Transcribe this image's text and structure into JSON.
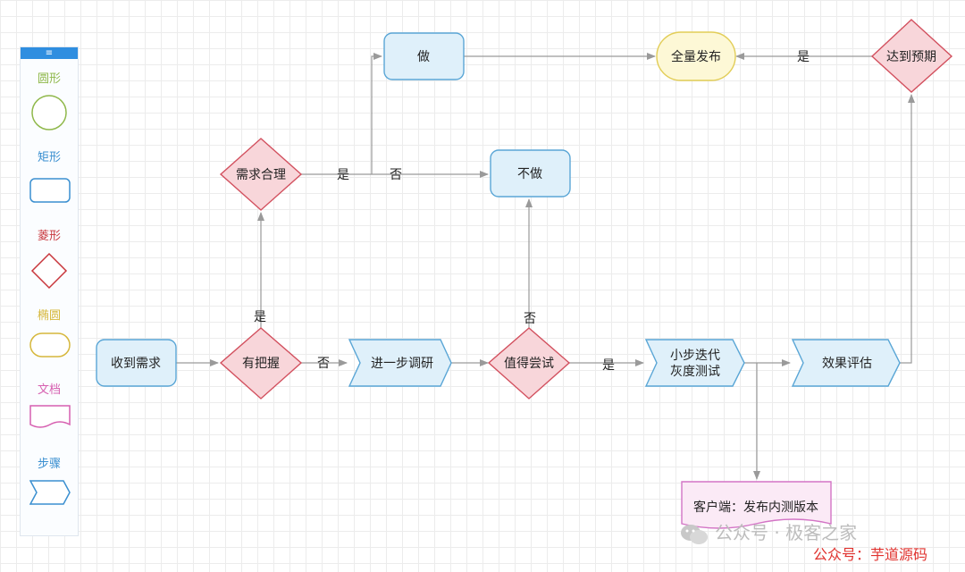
{
  "palette": {
    "handle": "≡",
    "items": [
      {
        "label": "圆形",
        "shape": "circle",
        "color": "#8fb84a"
      },
      {
        "label": "矩形",
        "shape": "rect",
        "color": "#3a8fd0"
      },
      {
        "label": "菱形",
        "shape": "diamond",
        "color": "#c8363c"
      },
      {
        "label": "椭圆",
        "shape": "ellipse",
        "color": "#d6b73b"
      },
      {
        "label": "文档",
        "shape": "document",
        "color": "#d65fb0"
      },
      {
        "label": "步骤",
        "shape": "step",
        "color": "#3a8fd0"
      }
    ]
  },
  "colors": {
    "rect_fill": "#dff0fa",
    "rect_stroke": "#5aa6d6",
    "diamond_fill": "#f8d6da",
    "diamond_stroke": "#d2505e",
    "ellipse_fill": "#fdf8d6",
    "ellipse_stroke": "#e2cd57",
    "doc_fill": "#fbeaf6",
    "doc_stroke": "#d374c5",
    "line": "#9a9a9a"
  },
  "nodes": {
    "receive": "收到需求",
    "confident": "有把握",
    "research": "进一步调研",
    "worth": "值得尝试",
    "gray_test_1": "小步迭代",
    "gray_test_2": "灰度测试",
    "evaluate": "效果评估",
    "reasonable": "需求合理",
    "do": "做",
    "not_do": "不做",
    "release": "全量发布",
    "expected": "达到预期",
    "client": "客户端：发布内测版本"
  },
  "edge_labels": {
    "confident_yes": "是",
    "confident_no": "否",
    "reasonable_yes": "是",
    "reasonable_no": "否",
    "worth_no": "否",
    "worth_yes": "是",
    "expected_yes": "是"
  },
  "watermark": {
    "account": "公众号 · 极客之家",
    "account2": "公众号：芋道源码"
  }
}
